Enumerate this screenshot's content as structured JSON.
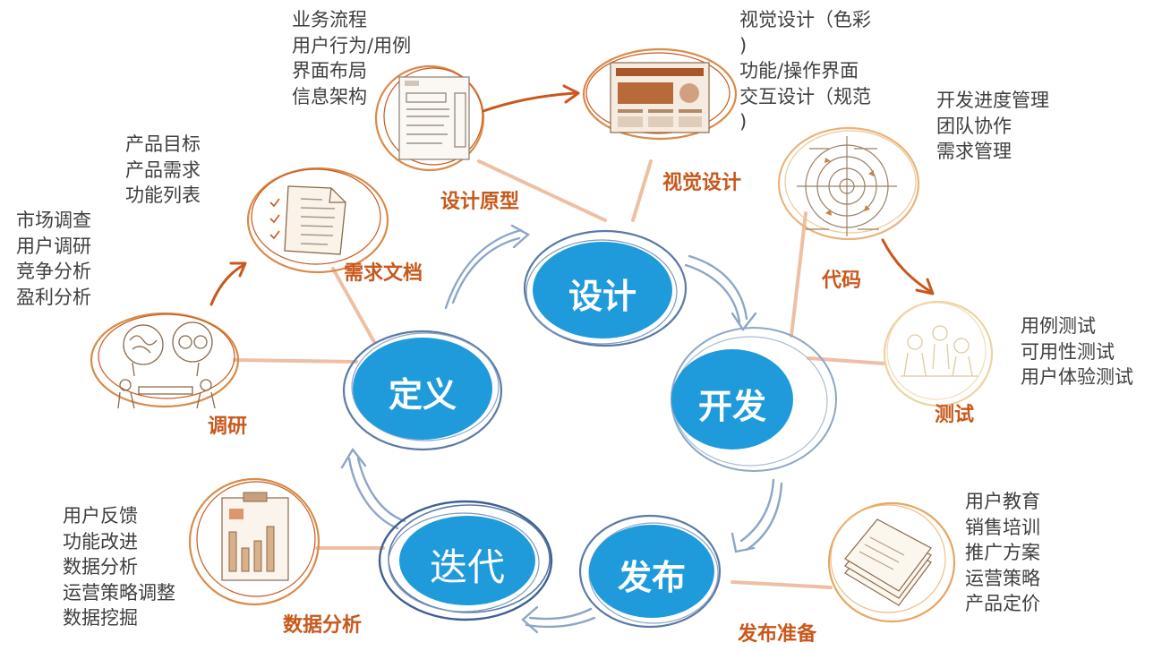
{
  "colors": {
    "accent_orange": "#c8581c",
    "sketch_orange": "#d98b48",
    "connector": "#eebfa3",
    "core_blue": "#1f9bdc",
    "core_stroke": "#5b7aa6",
    "cycle_stroke": "#8da6c6",
    "list_text": "#3f3f3f"
  },
  "core": {
    "define": "定义",
    "design": "设计",
    "develop": "开发",
    "release": "发布",
    "iterate": "迭代"
  },
  "phases": {
    "research": {
      "label": "调研",
      "items": [
        "市场调查",
        "用户调研",
        "竞争分析",
        "盈利分析"
      ]
    },
    "requirements": {
      "label": "需求文档",
      "items": [
        "产品目标",
        "产品需求",
        "功能列表"
      ]
    },
    "prototype": {
      "label": "设计原型",
      "items": [
        "业务流程",
        "用户行为/用例",
        "界面布局",
        "信息架构"
      ]
    },
    "visual": {
      "label": "视觉设计",
      "items": [
        "视觉设计（色彩",
        ")",
        "功能/操作界面",
        "交互设计（规范",
        ")"
      ]
    },
    "code": {
      "label": "代码",
      "items": [
        "开发进度管理",
        "团队协作",
        "需求管理"
      ]
    },
    "testing": {
      "label": "测试",
      "items": [
        "用例测试",
        "可用性测试",
        "用户体验测试"
      ]
    },
    "release_prep": {
      "label": "发布准备",
      "items": [
        "用户教育",
        "销售培训",
        "推广方案",
        "运营策略",
        "产品定价"
      ]
    },
    "data_analysis": {
      "label": "数据分析",
      "items": [
        "用户反馈",
        "功能改进",
        "数据分析",
        "运营策略调整",
        "数据挖掘"
      ]
    }
  },
  "icons": {
    "research": "discussion-sketch-icon",
    "requirements": "checklist-document-icon",
    "prototype": "wireframe-icon",
    "visual": "visual-mockup-icon",
    "code": "target-schedule-icon",
    "testing": "testing-sketch-icon",
    "release_prep": "paper-stack-icon",
    "data_analysis": "bar-chart-clipboard-icon"
  }
}
